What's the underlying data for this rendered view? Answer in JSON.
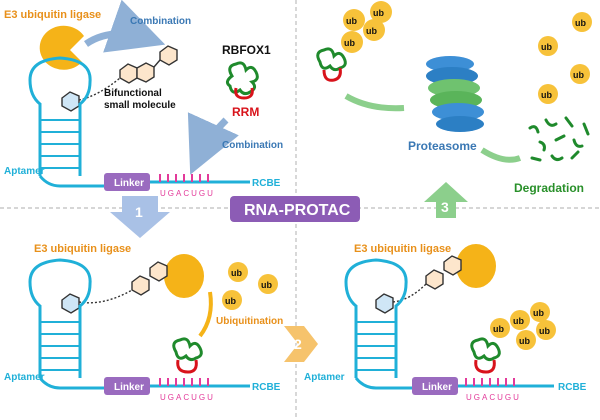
{
  "labels": {
    "e3_ligase": "E3 ubiquitin ligase",
    "combination": "Combination",
    "rbfox1": "RBFOX1",
    "rrm": "RRM",
    "bifunctional_line1": "Bifunctional",
    "bifunctional_line2": "small molecule",
    "aptamer": "Aptamer",
    "linker": "Linker",
    "rcbe": "RCBE",
    "sequence": "UGACUGU",
    "ub": "ub",
    "ubiquitination": "Ubiquitination",
    "proteasome": "Proteasome",
    "degradation": "Degradation",
    "title": "RNA-PROTAC"
  },
  "steps": [
    "1",
    "2",
    "3"
  ],
  "colors": {
    "orange_text": "#e8901a",
    "blue_text": "#3a78b4",
    "red_text": "#d8131b",
    "green_text": "#29902a",
    "cyan": "#20b0d8",
    "ligase": "#f5b318",
    "linker": "#9a6bbf",
    "rcbe_pink": "#e33a9a",
    "protein_green": "#1f8a2c",
    "ub_fill": "#f7c23a",
    "title_bg": "#8c5cb5"
  }
}
